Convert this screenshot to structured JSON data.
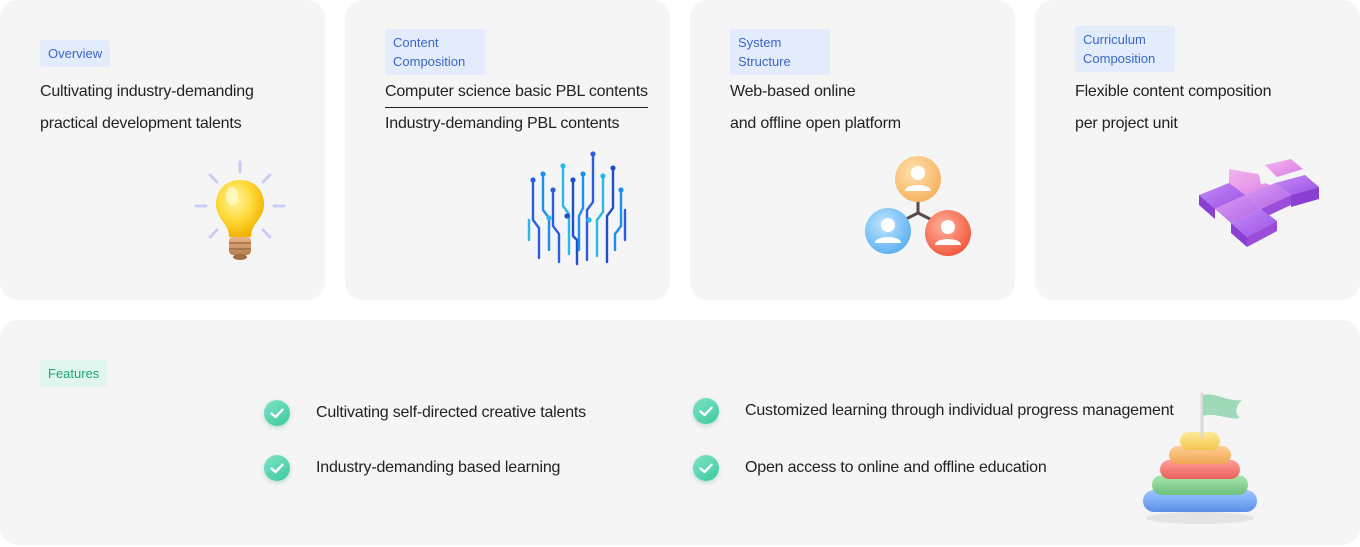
{
  "cards": [
    {
      "tag": "Overview",
      "lines": [
        "Cultivating industry-demanding",
        "practical development talents"
      ]
    },
    {
      "tag": "Content Composition",
      "lines": [
        "Computer science basic PBL contents",
        "Industry-demanding PBL contents"
      ]
    },
    {
      "tag": "System Structure",
      "lines": [
        "Web-based online",
        "and offline open platform"
      ]
    },
    {
      "tag": "Curriculum Composition",
      "lines": [
        "Flexible content composition",
        "per project unit"
      ]
    }
  ],
  "features": {
    "tag": "Features",
    "items": [
      "Cultivating self-directed creative talents",
      "Industry-demanding based learning",
      "Customized learning through individual progress management",
      "Open access to online and offline education"
    ]
  },
  "icons": [
    "lightbulb-icon",
    "circuit-icon",
    "network-users-icon",
    "puzzle-icon",
    "goal-flag-pyramid-icon",
    "check-icon"
  ],
  "colors": {
    "card_bg": "#f5f5f5",
    "tag_blue_bg": "#e3ecfb",
    "tag_blue_text": "#3a66c8",
    "tag_green_bg": "#dff5ee",
    "tag_green_text": "#21a37e",
    "check_green": "#3cc99f"
  }
}
